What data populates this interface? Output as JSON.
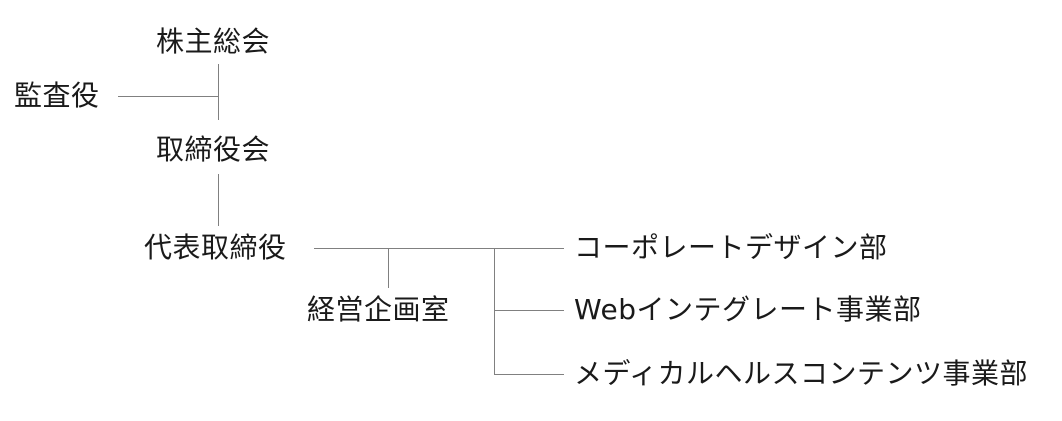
{
  "org_chart": {
    "shareholders_meeting": "株主総会",
    "auditor": "監査役",
    "board_of_directors": "取締役会",
    "representative_director": "代表取締役",
    "corporate_planning_office": "経営企画室",
    "departments": [
      "コーポレートデザイン部",
      "Webインテグレート事業部",
      "メディカルヘルスコンテンツ事業部"
    ]
  },
  "colors": {
    "text": "#1a1a1a",
    "connector": "#808080",
    "background": "#ffffff"
  }
}
